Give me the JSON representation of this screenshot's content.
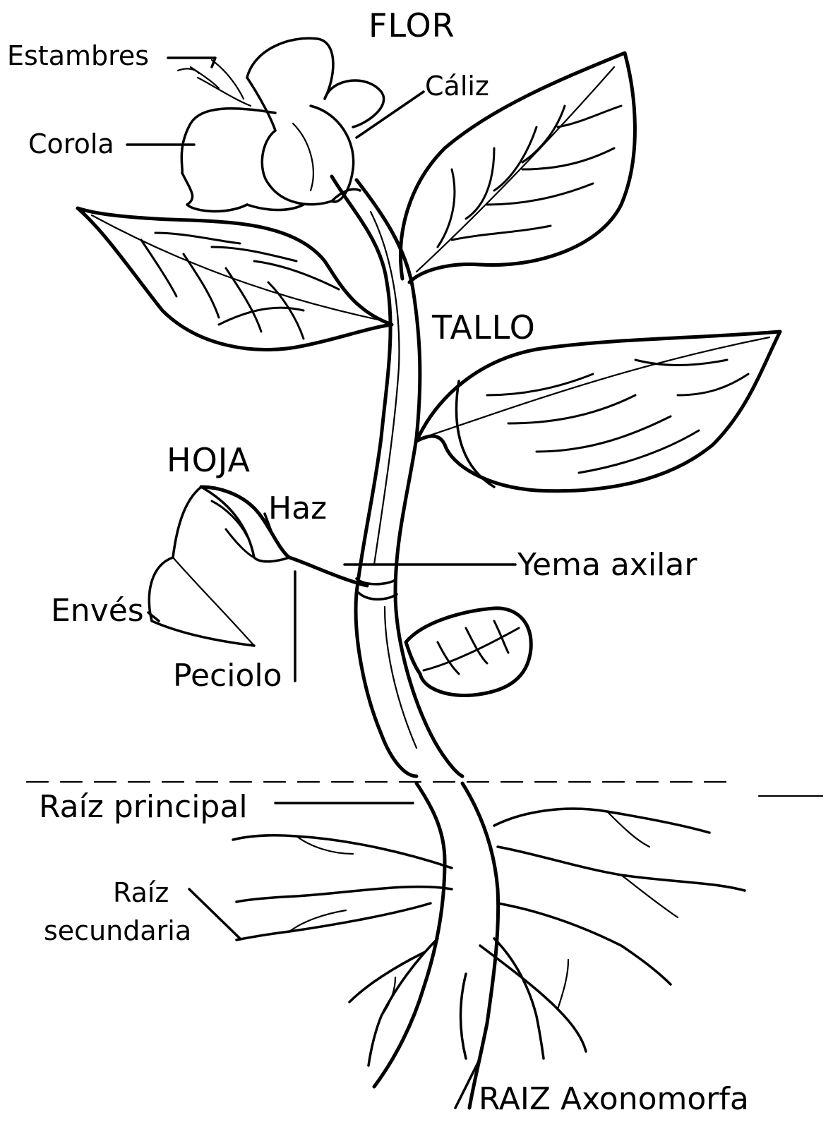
{
  "labels": {
    "flor": "FLOR",
    "estambres": "Estambres",
    "caliz": "Cáliz",
    "corola": "Corola",
    "tallo": "TALLO",
    "hoja": "HOJA",
    "haz": "Haz",
    "yema_axilar": "Yema axilar",
    "enves": "Envés",
    "peciolo": "Peciolo",
    "raiz_principal": "Raíz principal",
    "raiz_secundaria_1": "Raíz",
    "raiz_secundaria_2": "secundaria",
    "raiz_axonomorfa": "RAIZ Axonomorfa"
  }
}
